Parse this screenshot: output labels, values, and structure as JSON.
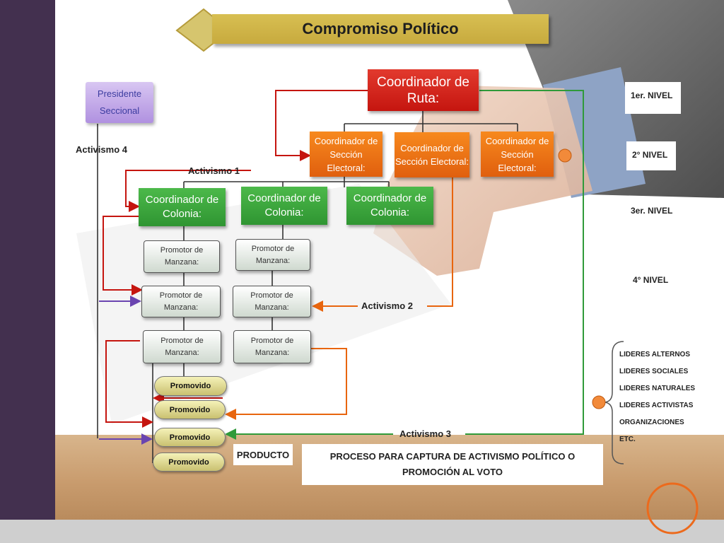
{
  "title": "Compromiso Político",
  "presidente": "Presidente Seccional",
  "coord_ruta": "Coordinador de Ruta:",
  "coord_seccion": [
    "Coordinador de Sección Electoral:",
    "Coordinador de Sección Electoral:",
    "Coordinador de Sección Electoral:"
  ],
  "coord_colonia": [
    "Coordinador de Colonia:",
    "Coordinador de Colonia:",
    "Coordinador de Colonia:"
  ],
  "promotor": [
    "Promotor de Manzana:",
    "Promotor de Manzana:",
    "Promotor de Manzana:",
    "Promotor de Manzana:",
    "Promotor de Manzana:",
    "Promotor de Manzana:"
  ],
  "promovido": [
    "Promovido",
    "Promovido",
    "Promovido",
    "Promovido"
  ],
  "activismo": [
    "Activismo 1",
    "Activismo 2",
    "Activismo 3",
    "Activismo 4"
  ],
  "levels": [
    "1er. NIVEL",
    "2° NIVEL",
    "3er. NIVEL",
    "4° NIVEL"
  ],
  "leaders": [
    "LIDERES ALTERNOS",
    "LIDERES SOCIALES",
    "LIDERES NATURALES",
    "LIDERES ACTIVISTAS",
    "ORGANIZACIONES",
    "ETC."
  ],
  "producto": "PRODUCTO",
  "proceso": "PROCESO PARA CAPTURA DE ACTIVISMO POLÍTICO O PROMOCIÓN AL VOTO",
  "colors": {
    "red": "#c5150f",
    "orange": "#e8650e",
    "green": "#2f9a3a",
    "purple": "#6a44b0",
    "gold": "#d0b448",
    "sidebar": "#43304f"
  }
}
